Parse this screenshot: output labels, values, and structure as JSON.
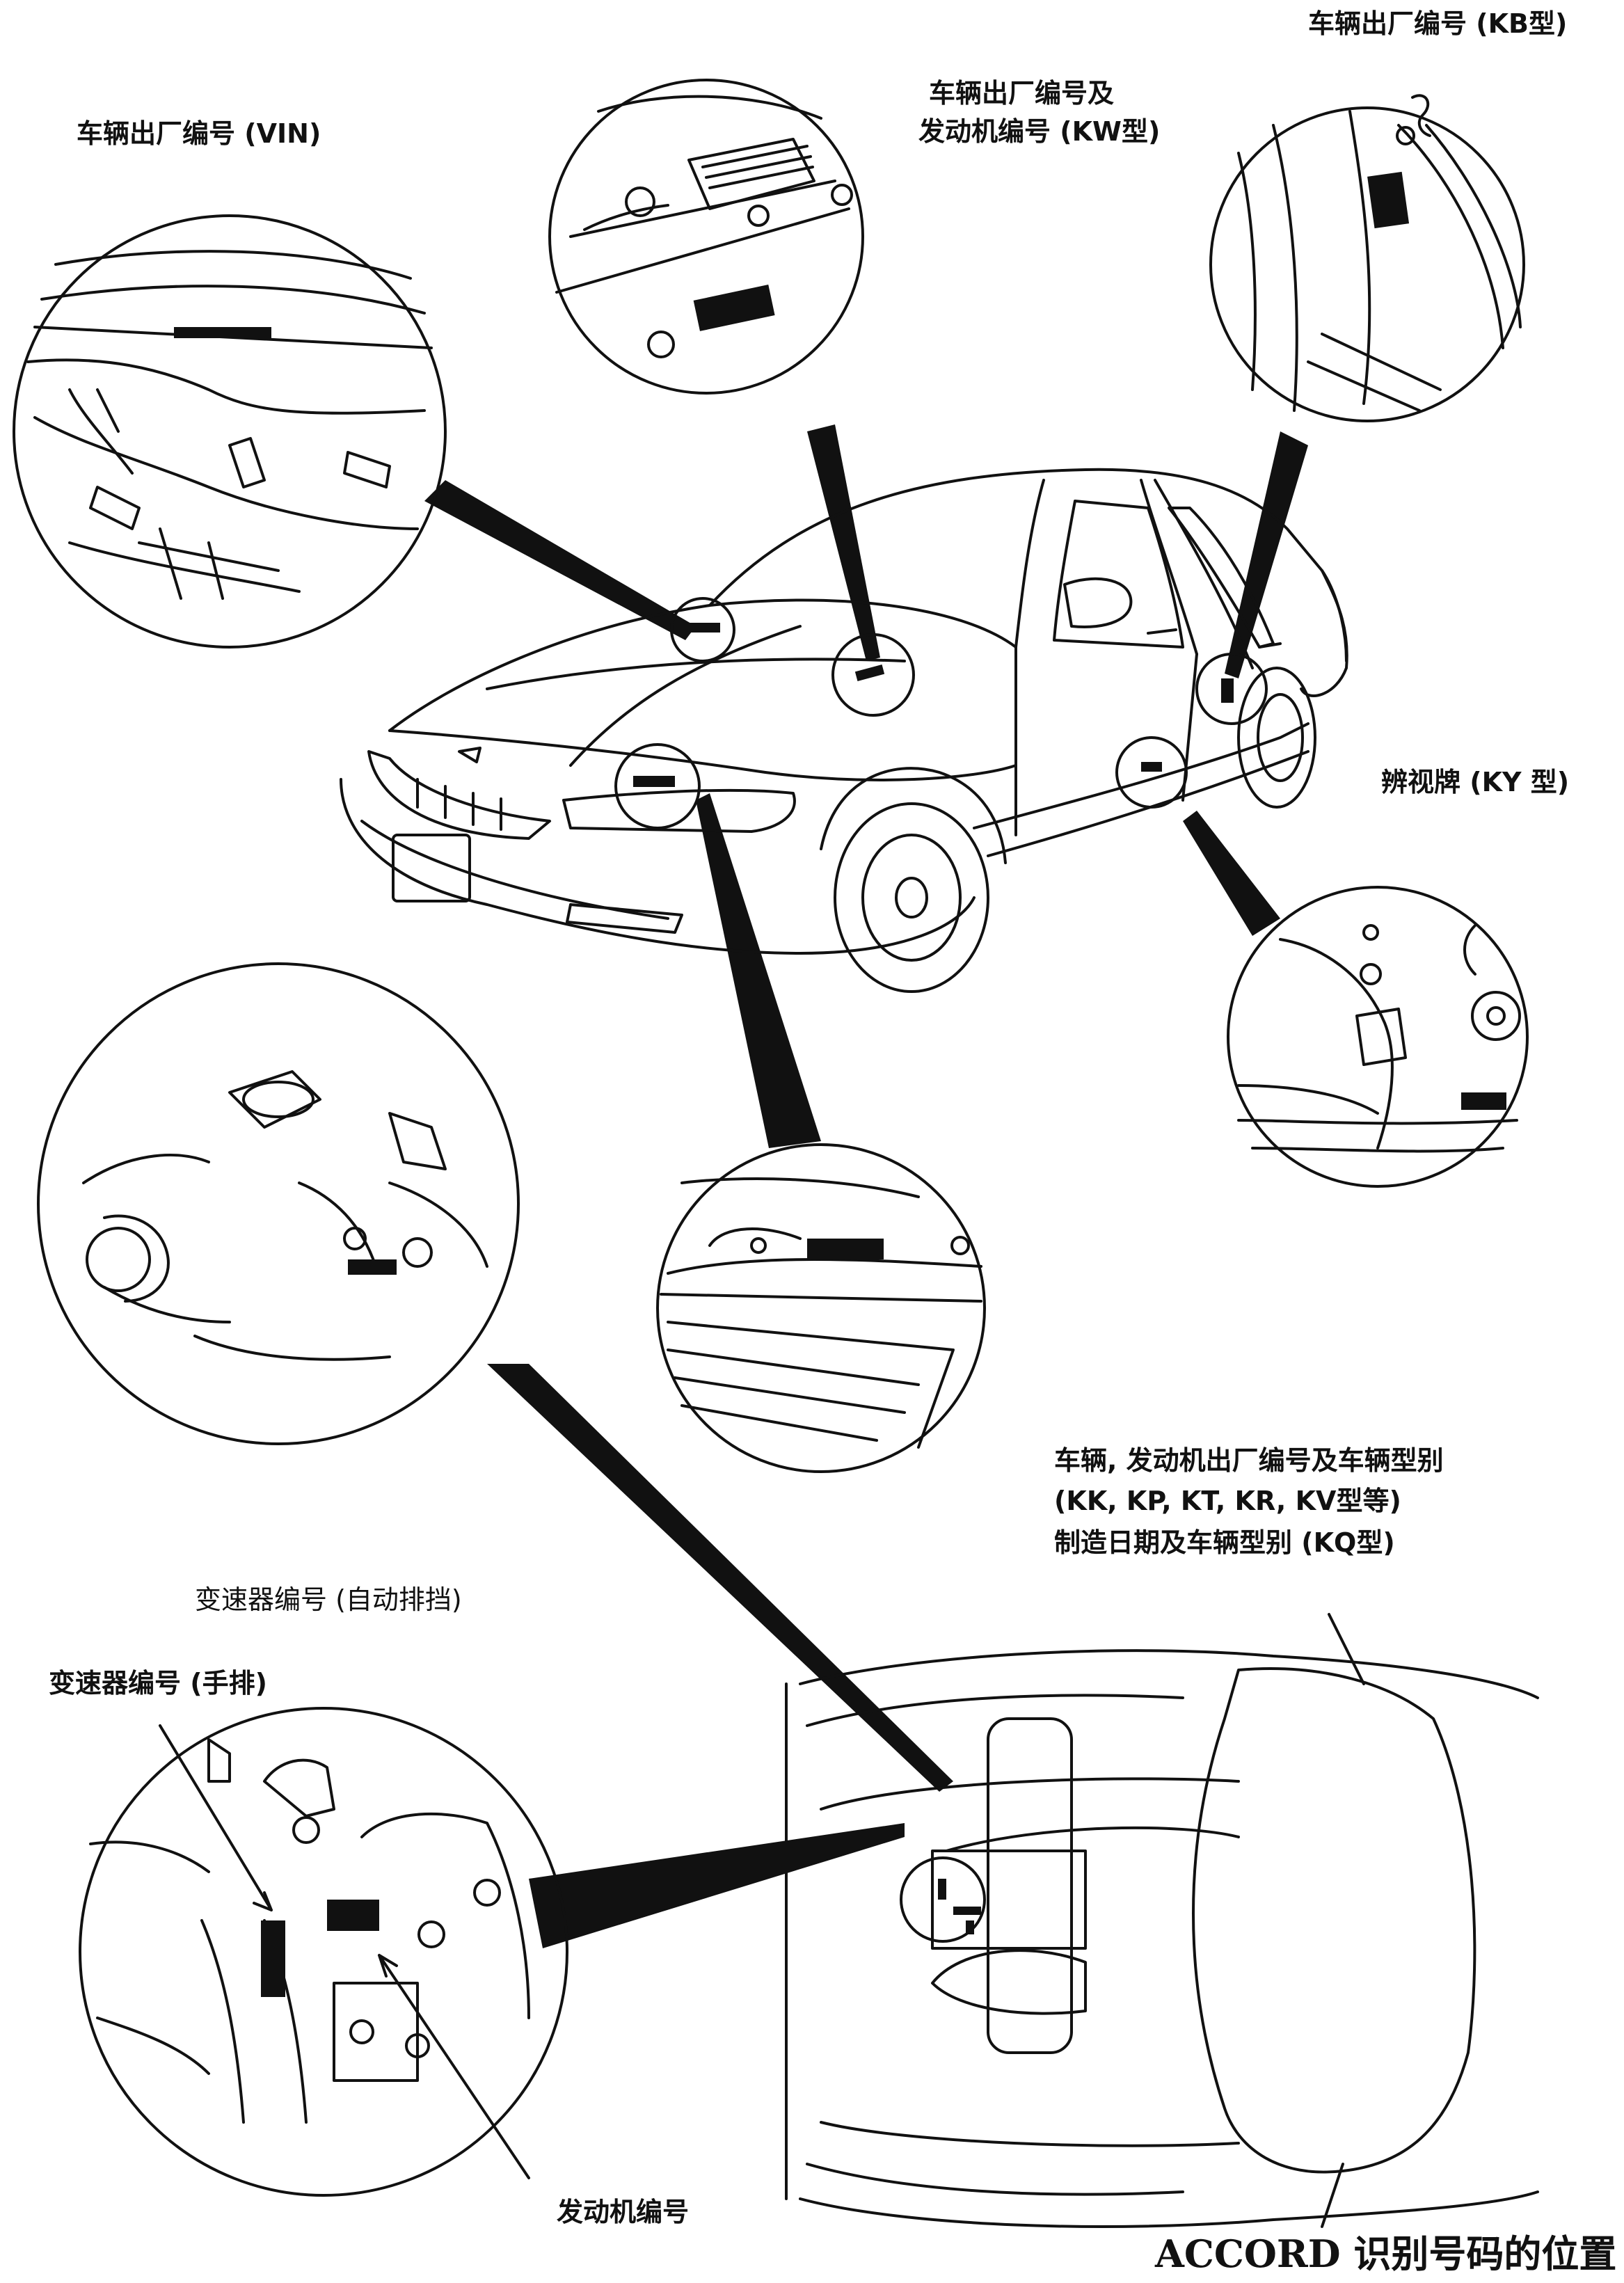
{
  "labels": {
    "vin": "车辆出厂编号 (VIN)",
    "kw_line1": "车辆出厂编号及",
    "kw_line2": "发动机编号 (KW型)",
    "kb": "车辆出厂编号 (KB型)",
    "ky": "辨视牌 (KY 型)",
    "kk_line1": "车辆, 发动机出厂编号及车辆型别",
    "kk_line2": "(KK, KP, KT, KR, KV型等)",
    "kk_line3": "制造日期及车辆型别 (KQ型)",
    "trans_auto": "变速器编号 (自动排挡)",
    "trans_manual": "变速器编号 (手排)",
    "engine_no": "发动机编号"
  },
  "caption": "ACCORD 识别号码的位置",
  "colors": {
    "ink": "#111111",
    "paper": "#ffffff"
  }
}
